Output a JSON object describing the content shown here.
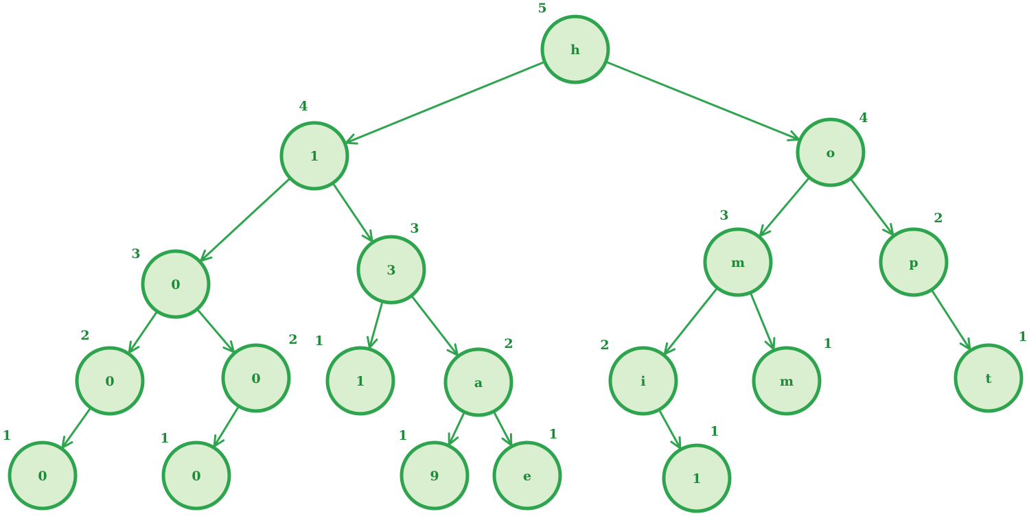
{
  "tree": {
    "nodes": [
      {
        "id": "n1",
        "label": "h",
        "height": "5"
      },
      {
        "id": "n2",
        "label": "1",
        "height": "4"
      },
      {
        "id": "n3",
        "label": "o",
        "height": "4"
      },
      {
        "id": "n4",
        "label": "0",
        "height": "3"
      },
      {
        "id": "n5",
        "label": "3",
        "height": "3"
      },
      {
        "id": "n6",
        "label": "m",
        "height": "3"
      },
      {
        "id": "n7",
        "label": "p",
        "height": "2"
      },
      {
        "id": "n8",
        "label": "0",
        "height": "2"
      },
      {
        "id": "n9",
        "label": "0",
        "height": "2"
      },
      {
        "id": "n10",
        "label": "1",
        "height": "1"
      },
      {
        "id": "n11",
        "label": "a",
        "height": "2"
      },
      {
        "id": "n12",
        "label": "i",
        "height": "2"
      },
      {
        "id": "n13",
        "label": "m",
        "height": "1"
      },
      {
        "id": "n14",
        "label": "t",
        "height": "1"
      },
      {
        "id": "n15",
        "label": "0",
        "height": "1"
      },
      {
        "id": "n16",
        "label": "0",
        "height": "1"
      },
      {
        "id": "n17",
        "label": "9",
        "height": "1"
      },
      {
        "id": "n18",
        "label": "e",
        "height": "1"
      },
      {
        "id": "n19",
        "label": "1",
        "height": "1"
      }
    ],
    "edges": [
      [
        "n1",
        "n2"
      ],
      [
        "n1",
        "n3"
      ],
      [
        "n2",
        "n4"
      ],
      [
        "n2",
        "n5"
      ],
      [
        "n3",
        "n6"
      ],
      [
        "n3",
        "n7"
      ],
      [
        "n4",
        "n8"
      ],
      [
        "n4",
        "n9"
      ],
      [
        "n5",
        "n10"
      ],
      [
        "n5",
        "n11"
      ],
      [
        "n6",
        "n12"
      ],
      [
        "n6",
        "n13"
      ],
      [
        "n7",
        "n14"
      ],
      [
        "n8",
        "n15"
      ],
      [
        "n9",
        "n16"
      ],
      [
        "n11",
        "n17"
      ],
      [
        "n11",
        "n18"
      ],
      [
        "n12",
        "n19"
      ]
    ],
    "colors": {
      "stroke": "#2ea44f",
      "fill": "#d9efcf",
      "text": "#1e8a3a"
    }
  }
}
